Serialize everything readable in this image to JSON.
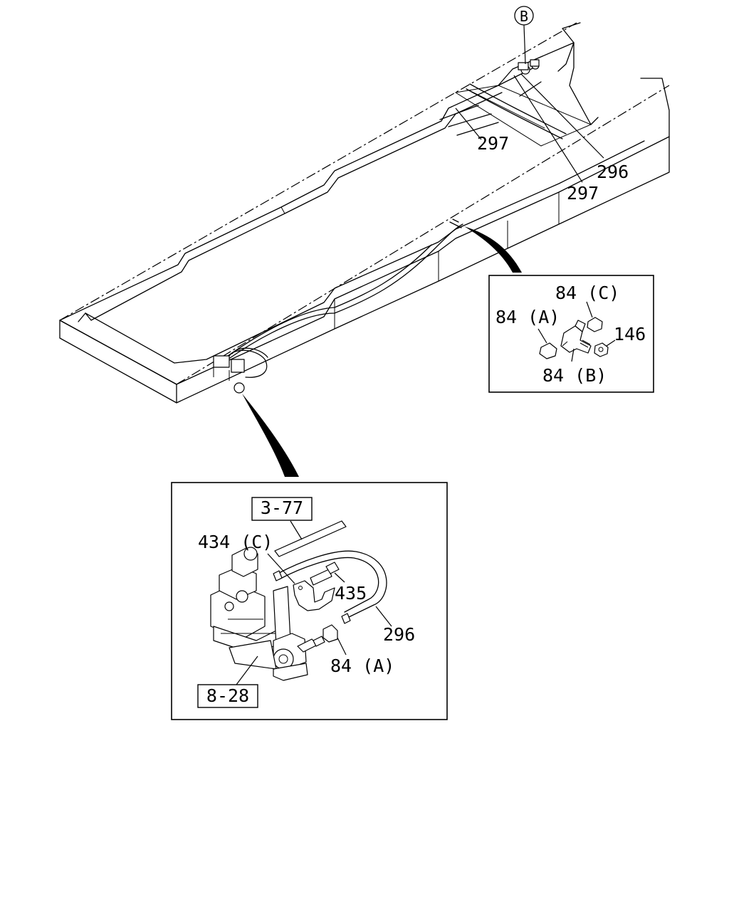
{
  "diagram": {
    "callouts": {
      "b_marker": "B",
      "frame_297_upper": "297",
      "frame_296": "296",
      "frame_297_lower": "297",
      "detail1_84c": "84 (C)",
      "detail1_84a": "84 (A)",
      "detail1_146": "146",
      "detail1_84b": "84 (B)",
      "detail2_ref_377": "3-77",
      "detail2_434c": "434 (C)",
      "detail2_435": "435",
      "detail2_296": "296",
      "detail2_84a": "84 (A)",
      "detail2_ref_828": "8-28"
    }
  }
}
